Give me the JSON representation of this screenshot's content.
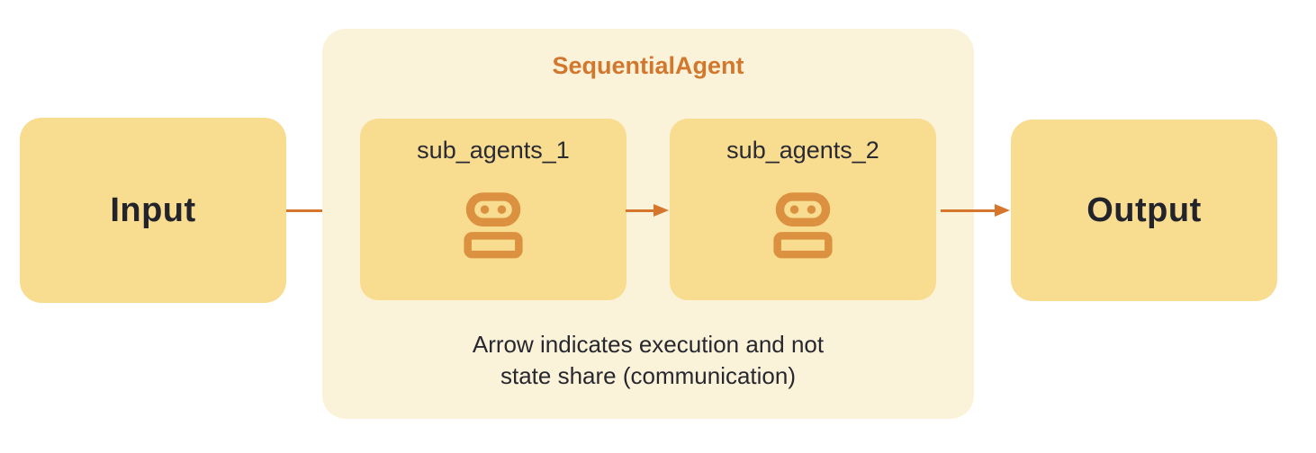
{
  "diagram": {
    "input": {
      "label": "Input"
    },
    "output": {
      "label": "Output"
    },
    "sequential_agent": {
      "title": "SequentialAgent",
      "sub_agents": [
        {
          "label": "sub_agents_1",
          "icon": "robot-icon"
        },
        {
          "label": "sub_agents_2",
          "icon": "robot-icon"
        }
      ],
      "caption": {
        "line1": "Arrow indicates execution and not",
        "line2": "state share (communication)"
      }
    },
    "arrows": [
      {
        "name": "input-to-sub-agents-1"
      },
      {
        "name": "sub-agents-1-to-sub-agents-2"
      },
      {
        "name": "sub-agents-2-to-output"
      }
    ],
    "colors": {
      "node_fill": "#F8DC90",
      "container_fill": "#FBF3D9",
      "accent_orange": "#D5762C",
      "title_orange": "#D2772E",
      "robot_orange": "#DB913F",
      "text_dark": "#23232C"
    }
  }
}
